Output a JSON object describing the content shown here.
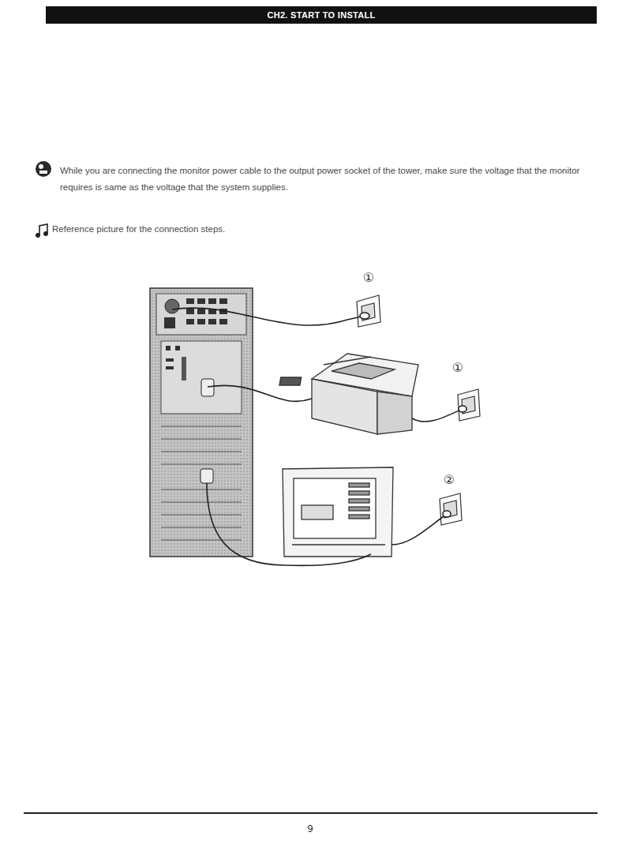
{
  "diagram": {
    "title": "CH2. START TO INSTALL",
    "labels": [
      "While you are connecting the monitor power cable to the output power socket of the tower, make sure the voltage that the monitor requires is same as the voltage that the system supplies.",
      "Reference picture for the connection steps.",
      "①",
      "①",
      "②",
      "9"
    ]
  }
}
